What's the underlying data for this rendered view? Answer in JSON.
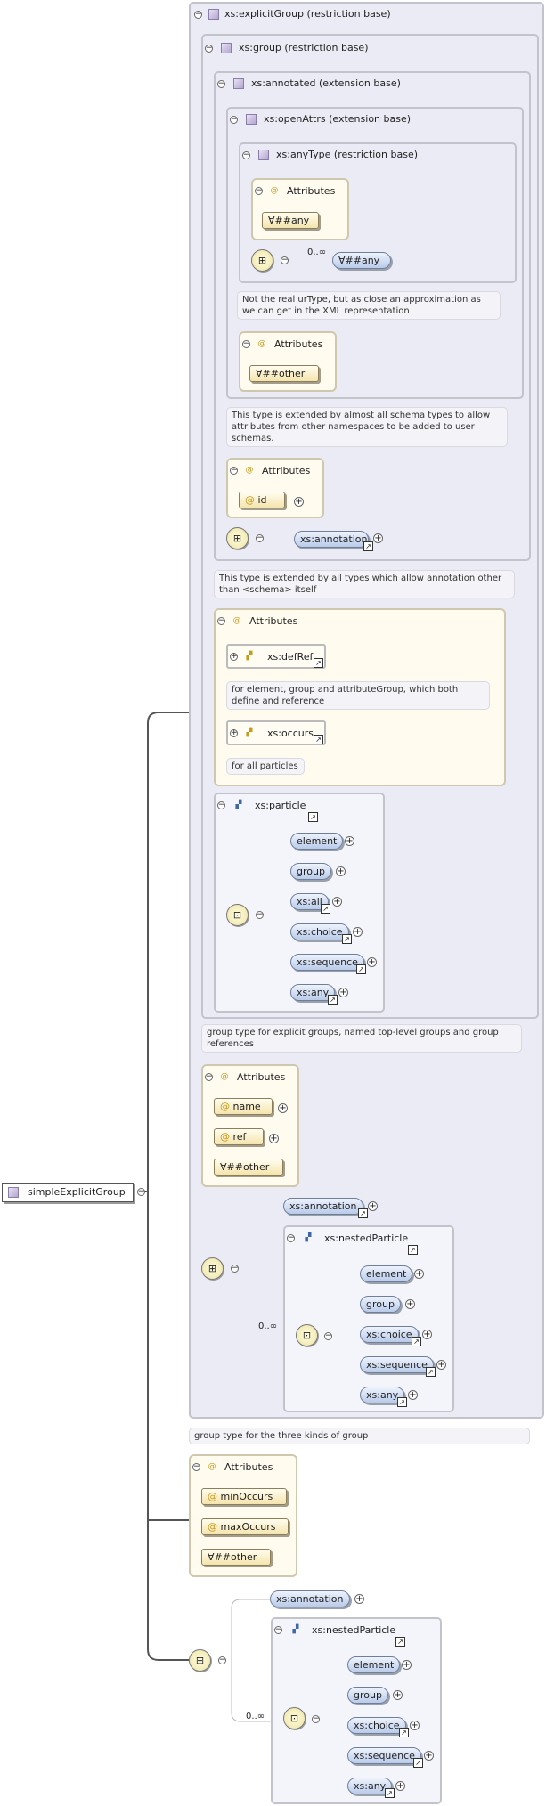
{
  "root": {
    "label": "simpleExplicitGroup"
  },
  "explicitGroup": {
    "label": "xs:explicitGroup (restriction base)"
  },
  "group": {
    "label": "xs:group (restriction base)"
  },
  "annotated": {
    "label": "xs:annotated (extension base)"
  },
  "openAttrs": {
    "label": "xs:openAttrs (extension base)"
  },
  "anyType": {
    "label": "xs:anyType (restriction base)",
    "attributes_label": "Attributes",
    "any_attr": "##any",
    "occurs": "0..∞",
    "any_elem": "##any"
  },
  "openAttrs_note": "Not the real urType, but as close an approximation as we can get in the XML representation",
  "openAttrs_attributes": {
    "label": "Attributes",
    "other": "##other"
  },
  "annotated_note": "This type is extended by almost all schema types to allow attributes from other namespaces to be added to user schemas.",
  "annotated_attributes": {
    "label": "Attributes",
    "id": "id"
  },
  "annotated_annotation": "xs:annotation",
  "group_note": "This type is extended by all types which allow annotation other than <schema> itself",
  "group_attributes": {
    "label": "Attributes",
    "defRef": "xs:defRef",
    "defRef_note": "for element, group and attributeGroup, which both define and reference",
    "occurs": "xs:occurs",
    "occurs_note": "for all particles"
  },
  "particle": {
    "label": "xs:particle",
    "items": [
      "element",
      "group",
      "xs:all",
      "xs:choice",
      "xs:sequence",
      "xs:any"
    ]
  },
  "explicit_note": "group type for explicit groups, named top-level groups and group references",
  "explicit_attributes": {
    "label": "Attributes",
    "name": "name",
    "ref": "ref",
    "other": "##other"
  },
  "explicit_seq": {
    "annotation": "xs:annotation",
    "occurs": "0..∞",
    "nestedParticle": "xs:nestedParticle",
    "items": [
      "element",
      "group",
      "xs:choice",
      "xs:sequence",
      "xs:any"
    ]
  },
  "outer_note": "group type for the three kinds of group",
  "outer_attributes": {
    "label": "Attributes",
    "minOccurs": "minOccurs",
    "maxOccurs": "maxOccurs",
    "other": "##other"
  },
  "outer_seq": {
    "annotation": "xs:annotation",
    "occurs": "0..∞",
    "nestedParticle": "xs:nestedParticle",
    "items": [
      "element",
      "group",
      "xs:choice",
      "xs:sequence",
      "xs:any"
    ]
  }
}
